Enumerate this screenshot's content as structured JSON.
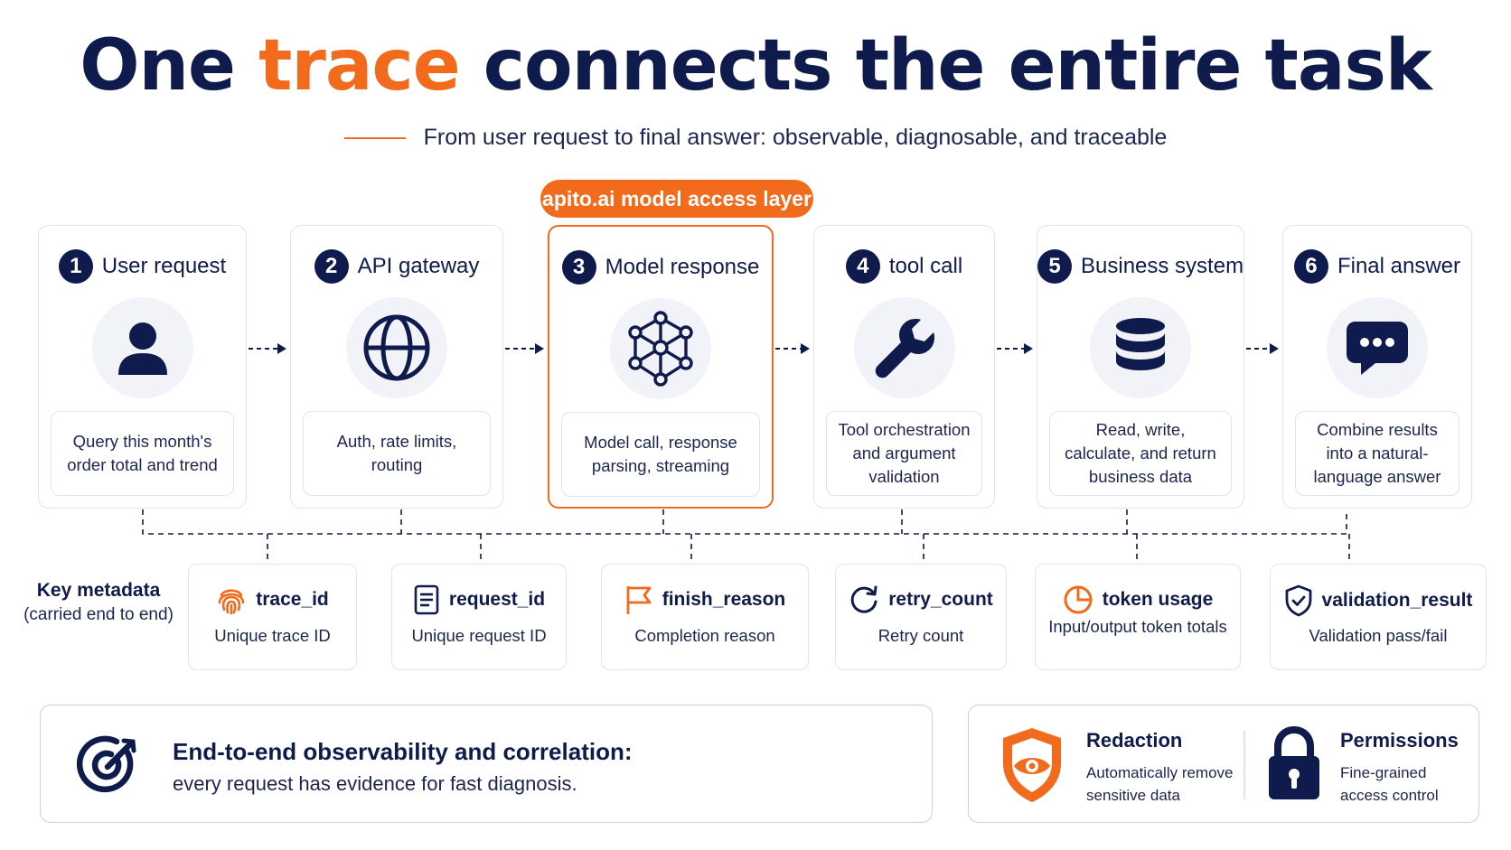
{
  "header": {
    "title_pre": "One ",
    "title_accent": "trace",
    "title_post": " connects the entire task",
    "subtitle": "From user request to final answer: observable, diagnosable, and traceable"
  },
  "layer_pill": "apito.ai model access layer",
  "steps": [
    {
      "num": "1",
      "title": "User request",
      "icon": "user-icon",
      "desc": "Query this month's order total and trend"
    },
    {
      "num": "2",
      "title": "API gateway",
      "icon": "globe-icon",
      "desc": "Auth, rate limits, routing"
    },
    {
      "num": "3",
      "title": "Model response",
      "icon": "network-icon",
      "desc": "Model call, response parsing, streaming"
    },
    {
      "num": "4",
      "title": "tool call",
      "icon": "wrench-icon",
      "desc": "Tool orchestration and argument validation"
    },
    {
      "num": "5",
      "title": "Business system",
      "icon": "database-icon",
      "desc": "Read, write, calculate, and return business data"
    },
    {
      "num": "6",
      "title": "Final answer",
      "icon": "chat-icon",
      "desc": "Combine results into a natural-language answer"
    }
  ],
  "metadata": {
    "title": "Key metadata",
    "subtitle": "(carried end to end)",
    "items": [
      {
        "name": "trace_id",
        "icon": "fingerprint-icon",
        "desc": "Unique trace ID"
      },
      {
        "name": "request_id",
        "icon": "document-icon",
        "desc": "Unique request ID"
      },
      {
        "name": "finish_reason",
        "icon": "flag-icon",
        "desc": "Completion reason"
      },
      {
        "name": "retry_count",
        "icon": "retry-icon",
        "desc": "Retry count"
      },
      {
        "name": "token usage",
        "icon": "pie-chart-icon",
        "desc": "Input/output token totals"
      },
      {
        "name": "validation_result",
        "icon": "shield-check-icon",
        "desc": "Validation pass/fail"
      }
    ]
  },
  "observability": {
    "title": "End-to-end observability and correlation:",
    "subtitle": "every request has evidence for fast diagnosis."
  },
  "redaction": {
    "title": "Redaction",
    "desc": "Automatically remove sensitive data"
  },
  "permissions": {
    "title": "Permissions",
    "desc": "Fine-grained access control"
  },
  "colors": {
    "navy": "#0f1b4c",
    "accent": "#f26a1b",
    "border": "#dfe3ec",
    "icon_bg": "#f1f3f8"
  }
}
